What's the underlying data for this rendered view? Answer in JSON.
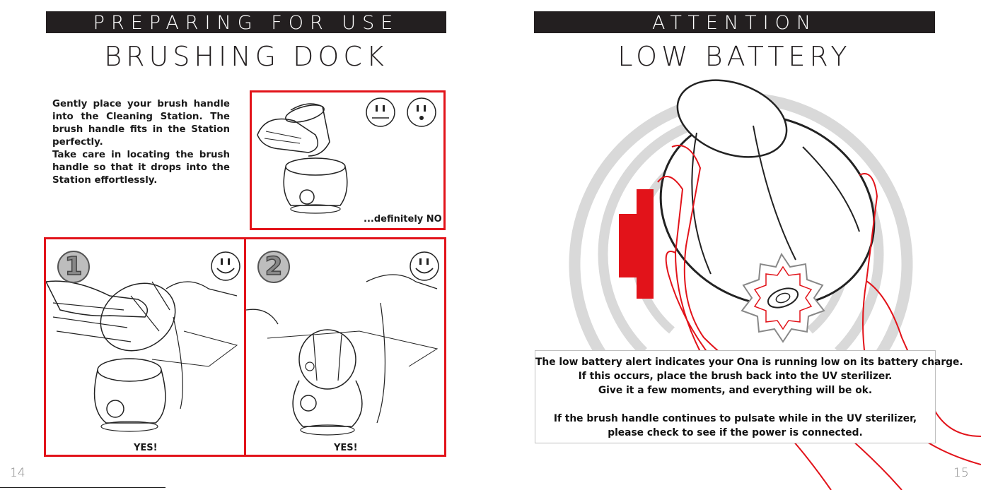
{
  "left_page": {
    "header_bar": "PREPARING FOR USE",
    "title": "BRUSHING DOCK",
    "paragraph1": "Gently place your brush handle into the Cleaning Station. The brush handle fits in the Station perfectly.",
    "paragraph2": "Take care in locating the brush handle so that it drops into the Station effortlessly.",
    "wrong_caption": "...definitely NO",
    "step1": {
      "number": "1",
      "caption": "YES!"
    },
    "step2": {
      "number": "2",
      "caption": "YES!"
    },
    "page_number": "14"
  },
  "right_page": {
    "header_bar": "ATTENTION",
    "title": "LOW BATTERY",
    "notice_lines": [
      "The low battery alert indicates your Ona is running low on its battery charge.",
      "If this occurs, place the brush back into the UV sterilizer.",
      "Give it a few moments, and everything will be ok.",
      "If the brush handle continues to pulsate while in the UV sterilizer,",
      "please check to see if the power is connected."
    ],
    "page_number": "15"
  },
  "colors": {
    "accent_red": "#e2131a",
    "bar": "#231f20"
  }
}
